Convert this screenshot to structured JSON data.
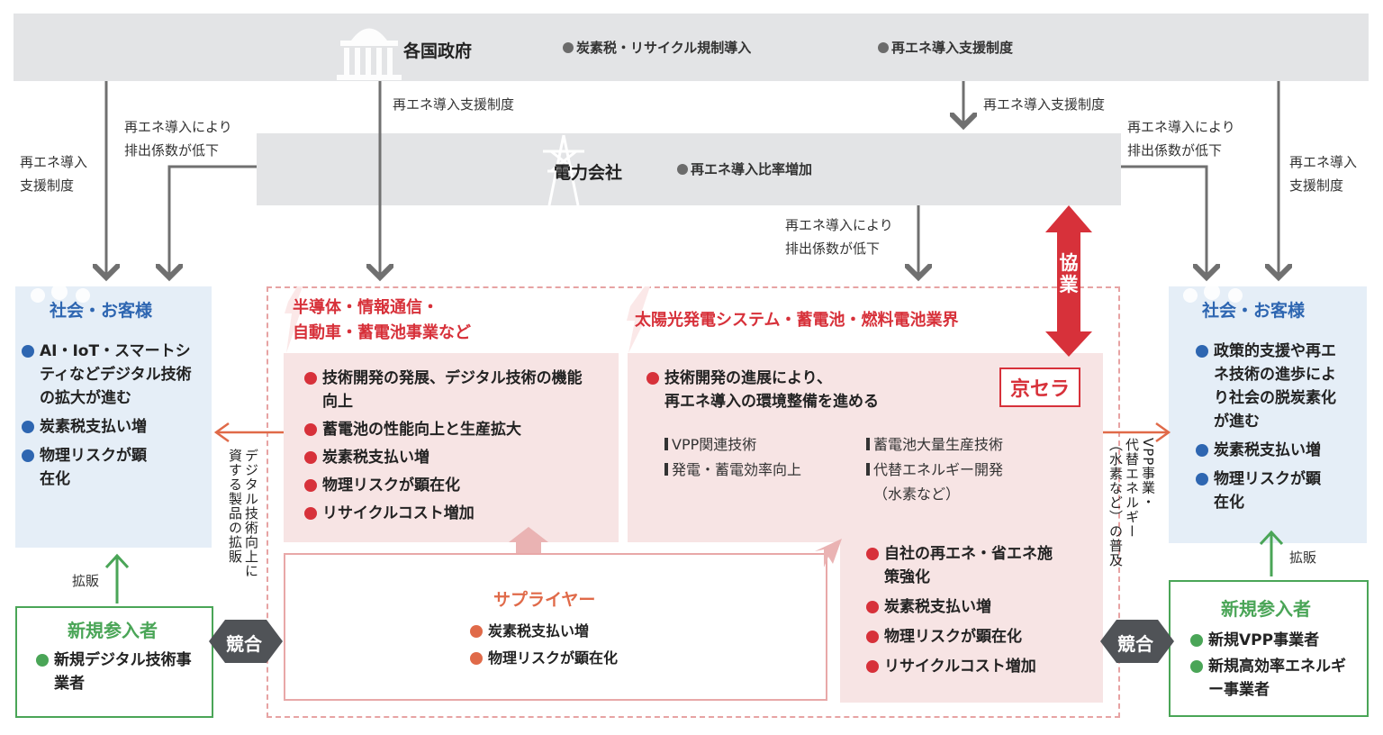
{
  "government": {
    "title": "各国政府",
    "items": [
      "炭素税・リサイクル規制導入",
      "再エネ導入支援制度"
    ]
  },
  "power_company": {
    "title": "電力会社",
    "item": "再エネ導入比率増加"
  },
  "arrow_labels": {
    "support_left": [
      "再エネ導入",
      "支援制度"
    ],
    "emission_left": [
      "再エネ導入により",
      "排出係数が低下"
    ],
    "support_center_left": "再エネ導入支援制度",
    "support_center_right": "再エネ導入支援制度",
    "emission_right": [
      "再エネ導入により",
      "排出係数が低下"
    ],
    "support_right": [
      "再エネ導入",
      "支援制度"
    ],
    "emission_center": [
      "再エネ導入により",
      "排出係数が低下"
    ],
    "kakuhan_left": "拡販",
    "kakuhan_right": "拡販",
    "digital_vertical": [
      "デジタル技術向上に",
      "資する製品の拡販"
    ],
    "vpp_vertical": [
      "VPP事業・",
      "代替エネルギー",
      "（水素など）の普及"
    ]
  },
  "society_left": {
    "title": "社会・お客様",
    "items": [
      "AI・IoT・スマートシティなどデジタル技術の拡大が進む",
      "炭素税支払い増",
      "物理リスクが顕在化"
    ]
  },
  "society_right": {
    "title": "社会・お客様",
    "items": [
      "政策的支援や再エネ技術の進歩により社会の脱炭素化が進む",
      "炭素税支払い増",
      "物理リスクが顕在化"
    ]
  },
  "industry_left": {
    "title": [
      "半導体・情報通信・",
      "自動車・蓄電池事業など"
    ],
    "items": [
      "技術開発の発展、デジタル技術の機能向上",
      "蓄電池の性能向上と生産拡大",
      "炭素税支払い増",
      "物理リスクが顕在化",
      "リサイクルコスト増加"
    ]
  },
  "industry_right": {
    "title": "太陽光発電システム・蓄電池・燃料電池業界",
    "lead": [
      "技術開発の進展により、",
      "再エネ導入の環境整備を進める"
    ],
    "tech_left": [
      "VPP関連技術",
      "発電・蓄電効率向上"
    ],
    "tech_right": [
      "蓄電池大量生産技術",
      "代替エネルギー開発",
      "（水素など）"
    ],
    "kyocera": "京セラ",
    "items": [
      "自社の再エネ・省エネ施策強化",
      "炭素税支払い増",
      "物理リスクが顕在化",
      "リサイクルコスト増加"
    ]
  },
  "collaboration": "協業",
  "supplier": {
    "title": "サプライヤー",
    "items": [
      "炭素税支払い増",
      "物理リスクが顕在化"
    ]
  },
  "new_entrants_left": {
    "title": "新規参入者",
    "items": [
      "新規デジタル技術事業者"
    ]
  },
  "new_entrants_right": {
    "title": "新規参入者",
    "items": [
      "新規VPP事業者",
      "新規高効率エネルギー事業者"
    ]
  },
  "competition": "競合",
  "colors": {
    "gray_band": "#e3e4e6",
    "blue": "#2e66b1",
    "red": "#d7313a",
    "green": "#4aa557",
    "orange": "#e06a49",
    "pink_bg": "#f7e4e4",
    "blue_bg": "#e5eef7"
  }
}
